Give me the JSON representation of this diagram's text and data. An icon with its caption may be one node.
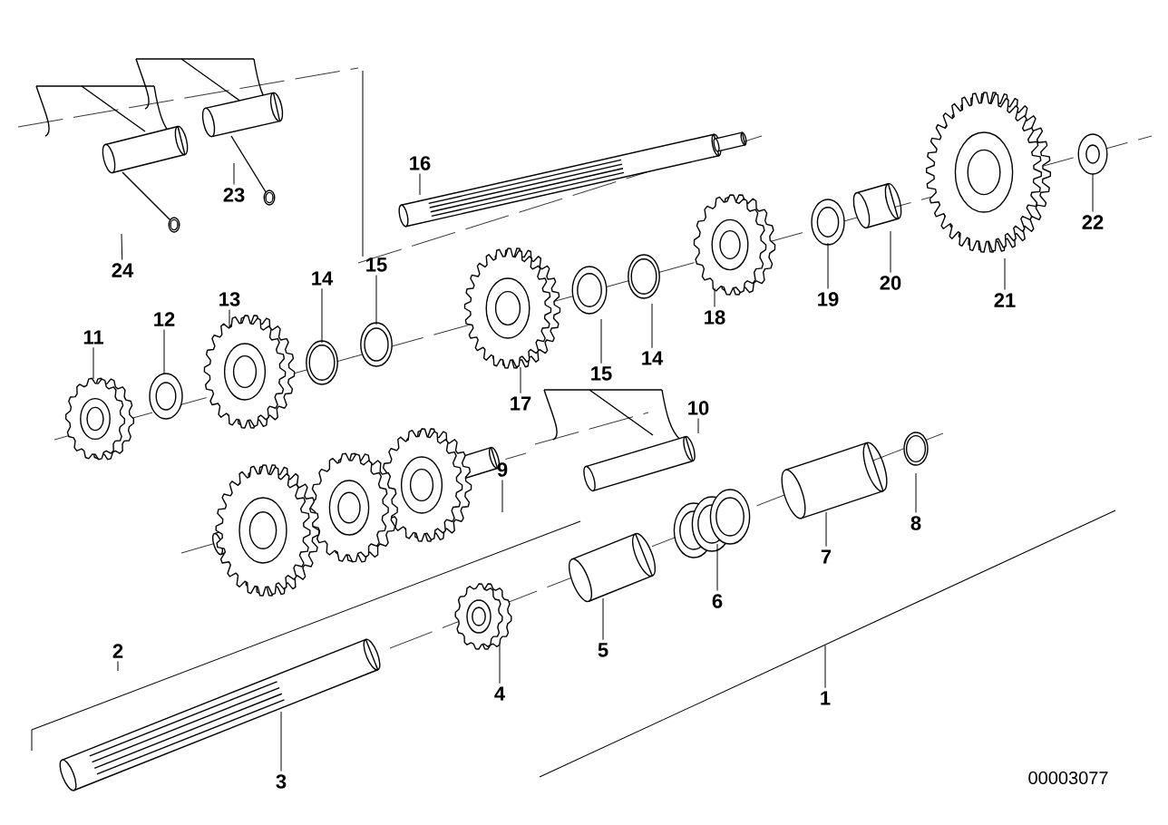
{
  "diagram": {
    "nodes": [
      {
        "text": [
          "24"
        ]
      },
      {
        "text": [
          "23"
        ]
      },
      {
        "text": [
          "16"
        ]
      },
      {
        "text": [
          "22"
        ]
      },
      {
        "text": [
          "19"
        ]
      },
      {
        "text": [
          "20"
        ]
      },
      {
        "text": [
          "21"
        ]
      },
      {
        "text": [
          "14"
        ]
      },
      {
        "text": [
          "15"
        ]
      },
      {
        "text": [
          "13"
        ]
      },
      {
        "text": [
          "12"
        ]
      },
      {
        "text": [
          "11"
        ]
      },
      {
        "text": [
          "18"
        ]
      },
      {
        "text": [
          "17"
        ]
      },
      {
        "text": [
          "15"
        ]
      },
      {
        "text": [
          "14"
        ]
      },
      {
        "text": [
          "10"
        ]
      },
      {
        "text": [
          "9"
        ]
      },
      {
        "text": [
          "8"
        ]
      },
      {
        "text": [
          "7"
        ]
      },
      {
        "text": [
          "6"
        ]
      },
      {
        "text": [
          "5"
        ]
      },
      {
        "text": [
          "2"
        ]
      },
      {
        "text": [
          "4"
        ]
      },
      {
        "text": [
          "1"
        ]
      },
      {
        "text": [
          "3"
        ]
      }
    ],
    "edges": [
      {
        "from": 0,
        "to": null,
        "arrow": "none"
      },
      {
        "from": 1,
        "to": null,
        "arrow": "none"
      },
      {
        "from": 2,
        "to": null,
        "arrow": "none"
      },
      {
        "from": 3,
        "to": null,
        "arrow": "none"
      },
      {
        "from": 4,
        "to": null,
        "arrow": "none"
      },
      {
        "from": 5,
        "to": null,
        "arrow": "none"
      },
      {
        "from": 6,
        "to": null,
        "arrow": "none"
      },
      {
        "from": 7,
        "to": null,
        "arrow": "none"
      },
      {
        "from": 8,
        "to": null,
        "arrow": "none"
      },
      {
        "from": 9,
        "to": null,
        "arrow": "none"
      },
      {
        "from": 10,
        "to": null,
        "arrow": "none"
      },
      {
        "from": 11,
        "to": null,
        "arrow": "none"
      },
      {
        "from": 12,
        "to": null,
        "arrow": "none"
      },
      {
        "from": 13,
        "to": null,
        "arrow": "none"
      },
      {
        "from": 14,
        "to": null,
        "arrow": "none"
      },
      {
        "from": 15,
        "to": null,
        "arrow": "none"
      },
      {
        "from": 16,
        "to": null,
        "arrow": "none"
      },
      {
        "from": 17,
        "to": null,
        "arrow": "none"
      },
      {
        "from": 18,
        "to": null,
        "arrow": "none"
      },
      {
        "from": 19,
        "to": null,
        "arrow": "none"
      },
      {
        "from": 20,
        "to": null,
        "arrow": "none"
      },
      {
        "from": 21,
        "to": null,
        "arrow": "none"
      },
      {
        "from": 22,
        "to": null,
        "arrow": "none"
      },
      {
        "from": 23,
        "to": null,
        "arrow": "none"
      },
      {
        "from": 24,
        "to": null,
        "arrow": "none"
      },
      {
        "from": 25,
        "to": null,
        "arrow": "none"
      }
    ],
    "labels": [
      "00003077"
    ]
  }
}
